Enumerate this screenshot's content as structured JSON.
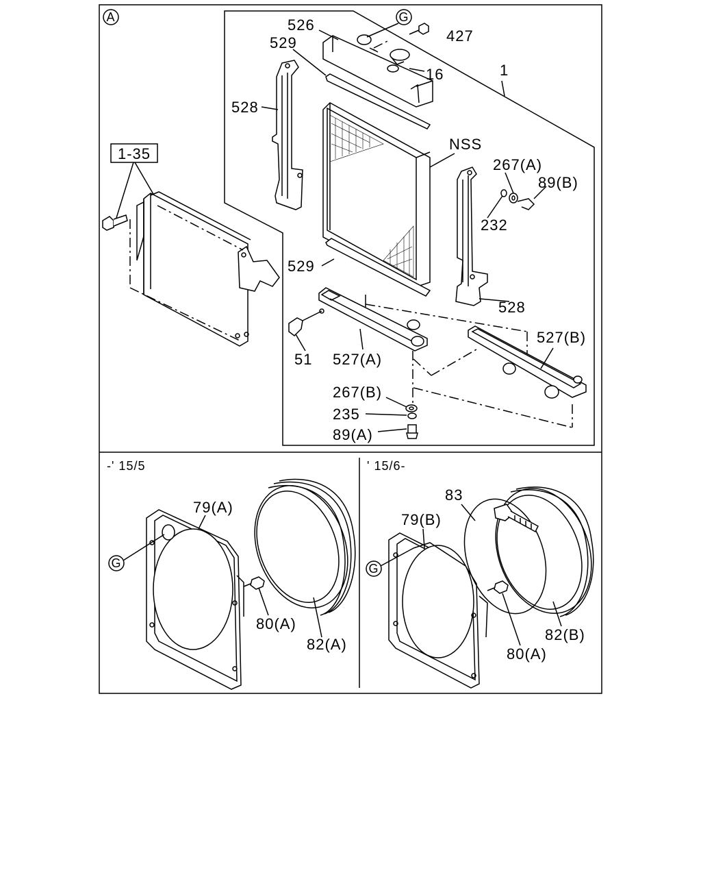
{
  "panel_a": {
    "circle_label": "A",
    "ref_box": "1-35",
    "callouts": {
      "c526": "526",
      "c427": "427",
      "c529_top": "529",
      "c16": "16",
      "c1": "1",
      "c528_left": "528",
      "c_nss": "NSS",
      "c267a": "267(A)",
      "c89b": "89(B)",
      "c232": "232",
      "c529_bottom": "529",
      "c528_right": "528",
      "c527b": "527(B)",
      "c51": "51",
      "c527a": "527(A)",
      "c267b": "267(B)",
      "c235": "235",
      "c89a": "89(A)"
    },
    "circle_g": "G"
  },
  "panel_left": {
    "period": "-' 15/5",
    "c79a": "79(A)",
    "c80a": "80(A)",
    "c82a": "82(A)",
    "circle_g": "G"
  },
  "panel_right": {
    "period": "' 15/6-",
    "c83": "83",
    "c79b": "79(B)",
    "c80a": "80(A)",
    "c82b": "82(B)",
    "circle_g": "G"
  }
}
